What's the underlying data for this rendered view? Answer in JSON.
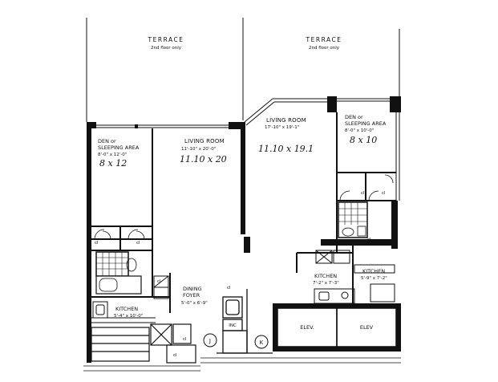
{
  "terraces": [
    {
      "title": "TERRACE",
      "note": "2nd floor only"
    },
    {
      "title": "TERRACE",
      "note": "2nd floor only"
    }
  ],
  "unit_j": {
    "den": {
      "name_l1": "DEN or",
      "name_l2": "SLEEPING AREA",
      "dims": "8'-0\" x 12'-0\"",
      "hand": "8 x 12"
    },
    "living": {
      "name": "LIVING ROOM",
      "dims": "11'-10\" x 20'-0\"",
      "hand": "11.10 x 20"
    },
    "dining": {
      "name_l1": "DINING",
      "name_l2": "FOYER",
      "dims": "5'-0\" x 6'-9\""
    },
    "kitchen": {
      "name": "KITCHEN",
      "dims": "5'-4\" x 10'-0\""
    },
    "closets": [
      "cl",
      "cl",
      "cl",
      "cl",
      "cl"
    ],
    "marker": "J"
  },
  "unit_k": {
    "living": {
      "name": "LIVING ROOM",
      "dims": "17'-10\" x 19'-1\"",
      "hand": "11.10 x 19.1"
    },
    "den": {
      "name_l1": "DEN or",
      "name_l2": "SLEEPING AREA",
      "dims": "8'-0\" x 10'-0\"",
      "hand": "8 x 10"
    },
    "kitchen": {
      "name": "KITCHEN",
      "dims": "7'-2\" x 7'-3\""
    },
    "kitchen2": {
      "name": "KITCHEN",
      "dims": "5'-9\" x 7'-2\""
    },
    "closets": [
      "cl",
      "cl",
      "cl",
      "cl"
    ],
    "marker": "K"
  },
  "core": {
    "inc": "INC",
    "elev1": "ELEV.",
    "elev2": "ELEV"
  }
}
